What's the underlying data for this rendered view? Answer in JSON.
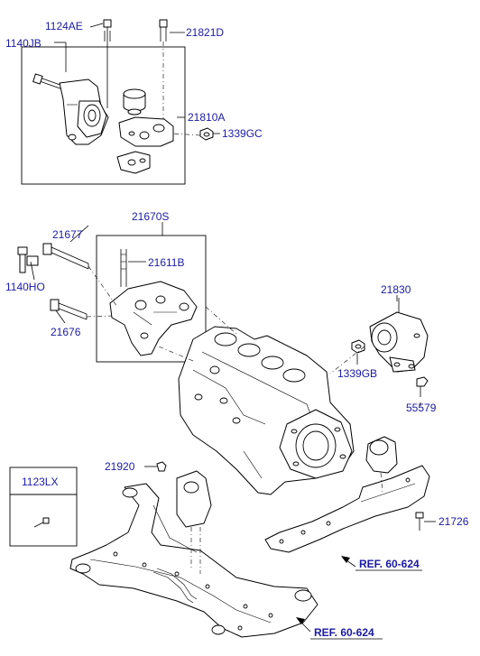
{
  "labels": {
    "p_1124AE": "1124AE",
    "p_21821D": "21821D",
    "p_1140JB": "1140JB",
    "p_21810A": "21810A",
    "p_1339GC": "1339GC",
    "p_21670S": "21670S",
    "p_21677": "21677",
    "p_21611B": "21611B",
    "p_1140HO": "1140HO",
    "p_21676": "21676",
    "p_21830": "21830",
    "p_1339GB": "1339GB",
    "p_55579": "55579",
    "p_21920": "21920",
    "p_1123LX": "1123LX",
    "p_21726": "21726",
    "ref_1": "REF. 60-624",
    "ref_2": "REF. 60-624"
  }
}
